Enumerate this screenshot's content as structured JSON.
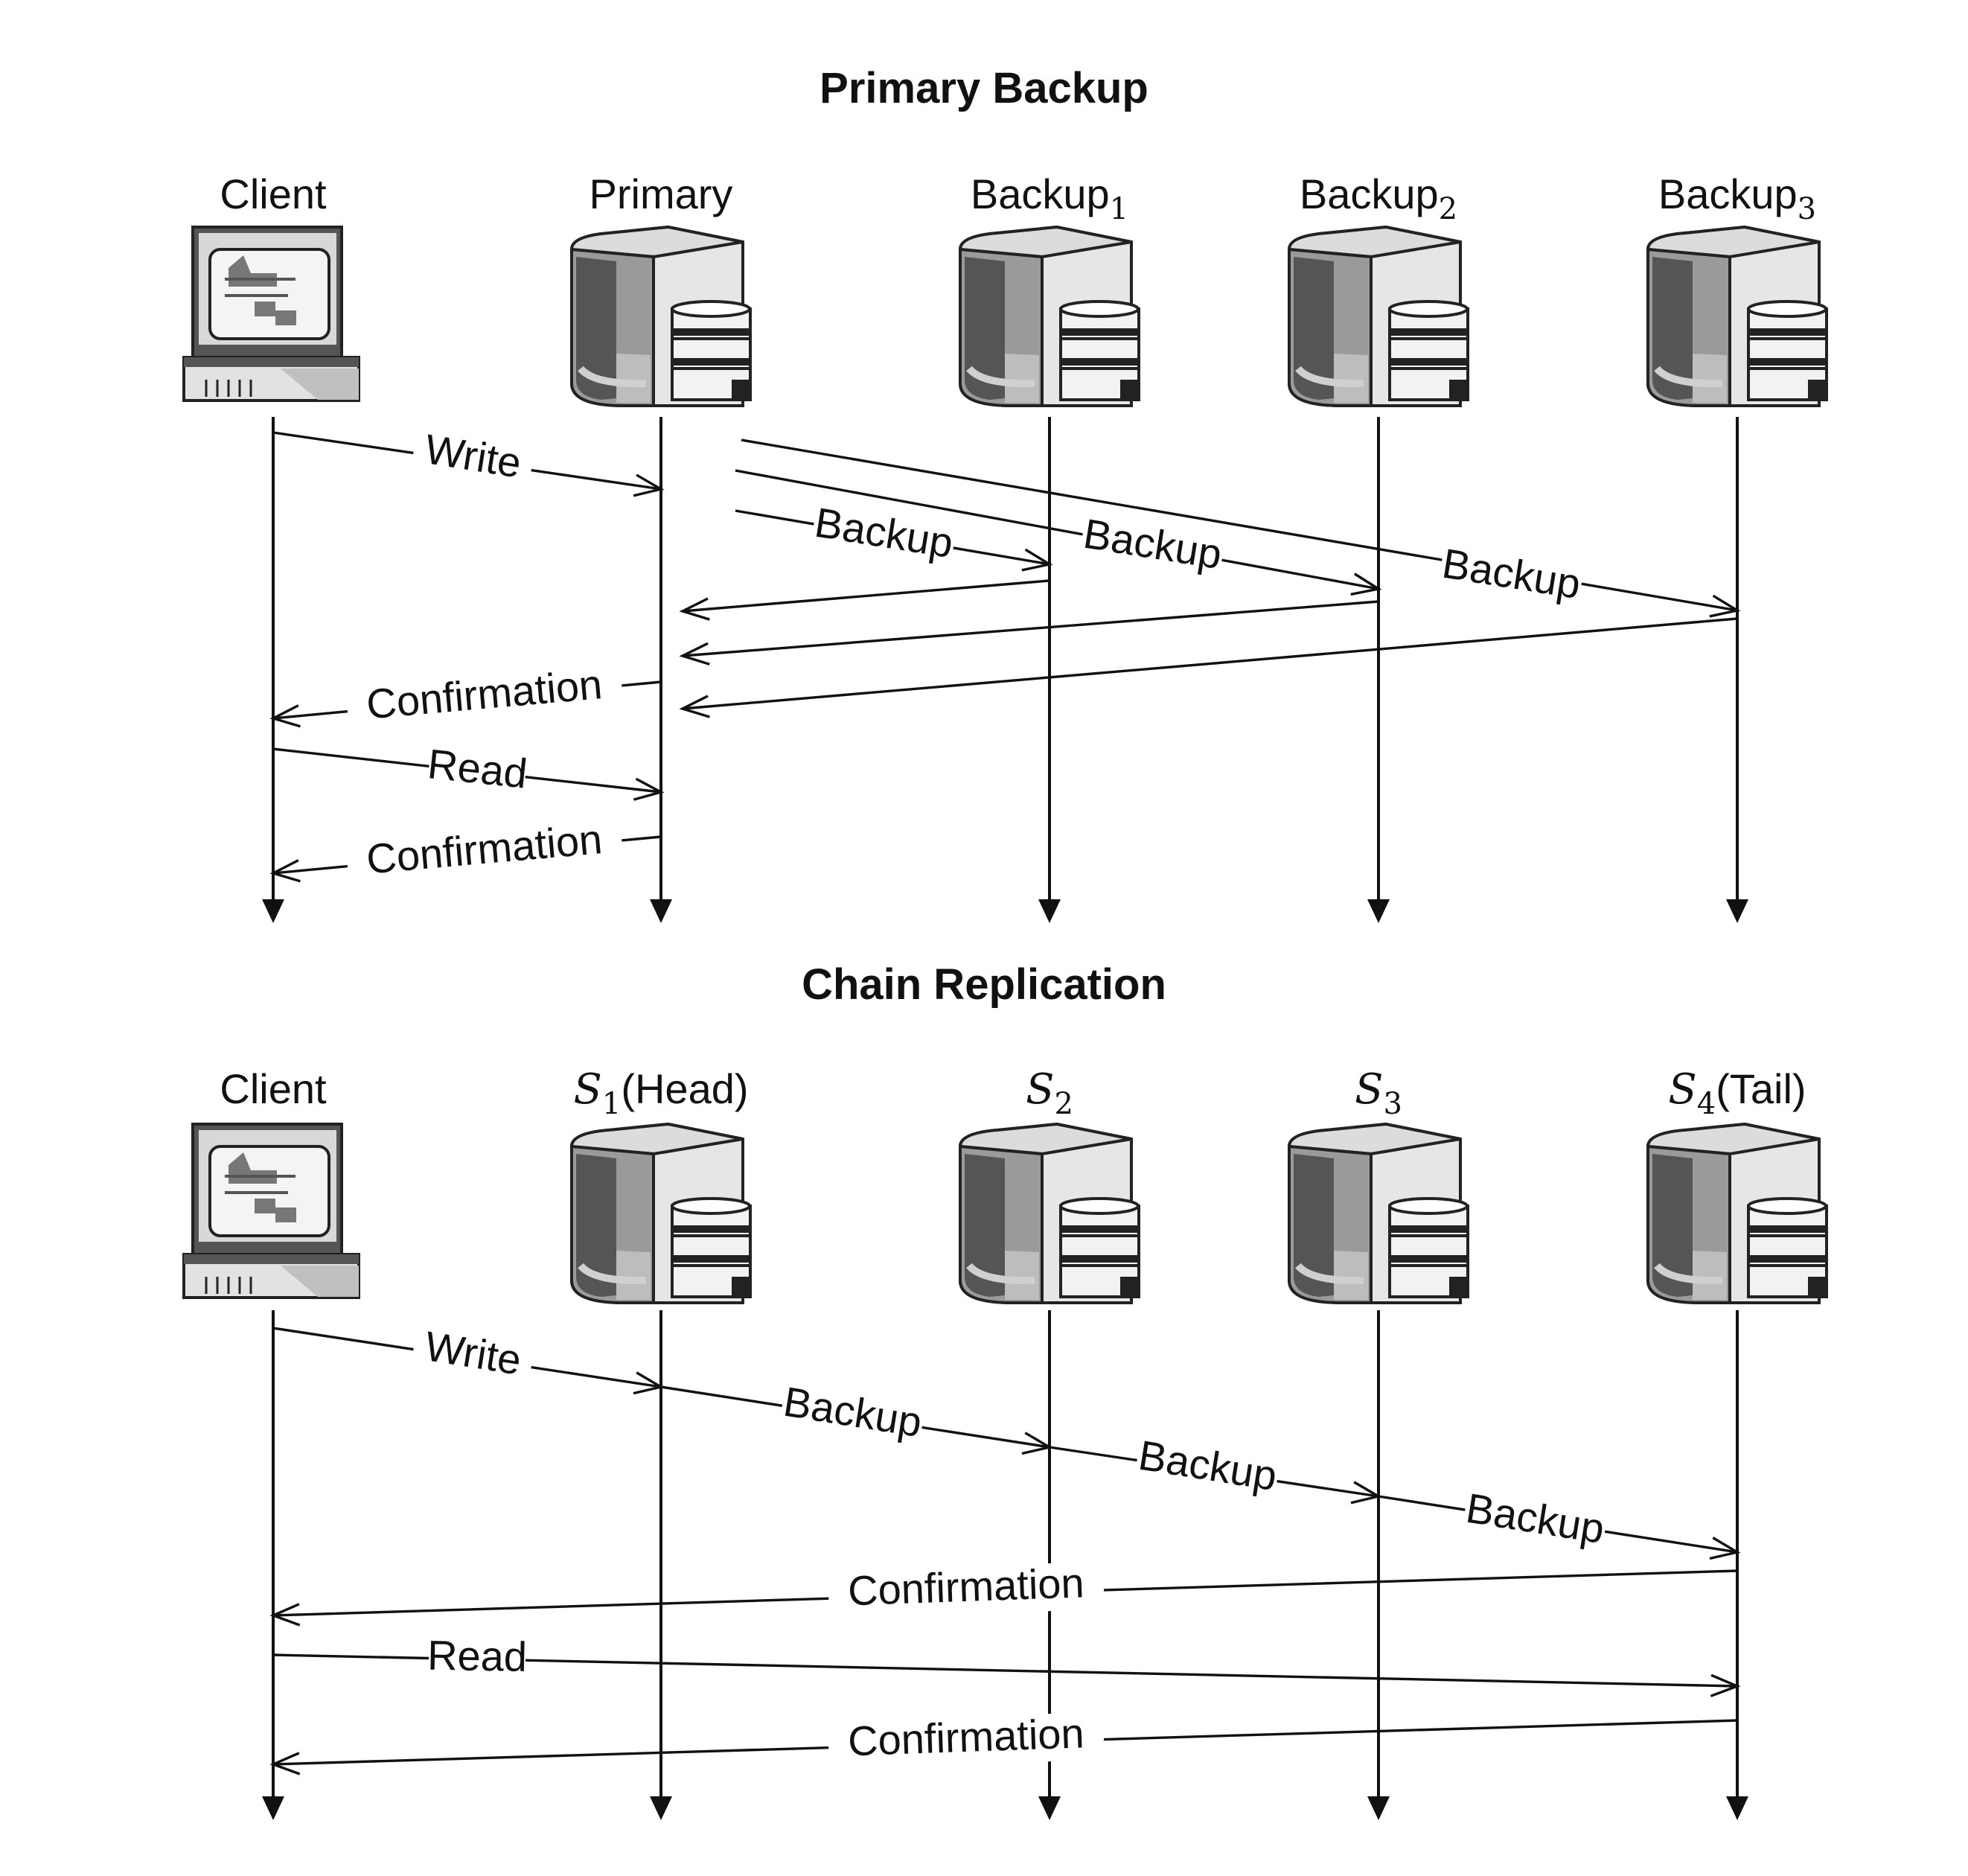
{
  "panels": [
    {
      "id": "primary-backup",
      "title": "Primary Backup",
      "nodes": [
        {
          "kind": "client",
          "parts": [
            {
              "t": "Client",
              "s": "plain"
            }
          ]
        },
        {
          "kind": "server",
          "parts": [
            {
              "t": "Primary",
              "s": "plain"
            }
          ]
        },
        {
          "kind": "server",
          "parts": [
            {
              "t": "Backup",
              "s": "plain"
            },
            {
              "t": "1",
              "s": "sub"
            }
          ]
        },
        {
          "kind": "server",
          "parts": [
            {
              "t": "Backup",
              "s": "plain"
            },
            {
              "t": "2",
              "s": "sub"
            }
          ]
        },
        {
          "kind": "server",
          "parts": [
            {
              "t": "Backup",
              "s": "plain"
            },
            {
              "t": "3",
              "s": "sub"
            }
          ]
        }
      ],
      "messages": [
        {
          "from": 0,
          "to": 1,
          "label": "Write"
        },
        {
          "from": 1,
          "to": 2,
          "label": "Backup"
        },
        {
          "from": 1,
          "to": 3,
          "label": "Backup"
        },
        {
          "from": 1,
          "to": 4,
          "label": "Backup"
        },
        {
          "from": 2,
          "to": 1,
          "label": ""
        },
        {
          "from": 3,
          "to": 1,
          "label": ""
        },
        {
          "from": 4,
          "to": 1,
          "label": ""
        },
        {
          "from": 1,
          "to": 0,
          "label": "Confirmation"
        },
        {
          "from": 0,
          "to": 1,
          "label": "Read"
        },
        {
          "from": 1,
          "to": 0,
          "label": "Confirmation"
        }
      ]
    },
    {
      "id": "chain-replication",
      "title": "Chain Replication",
      "nodes": [
        {
          "kind": "client",
          "parts": [
            {
              "t": "Client",
              "s": "plain"
            }
          ]
        },
        {
          "kind": "server",
          "parts": [
            {
              "t": "S",
              "s": "math"
            },
            {
              "t": "1",
              "s": "sub"
            },
            {
              "t": "(Head)",
              "s": "plain"
            }
          ]
        },
        {
          "kind": "server",
          "parts": [
            {
              "t": "S",
              "s": "math"
            },
            {
              "t": "2",
              "s": "sub"
            }
          ]
        },
        {
          "kind": "server",
          "parts": [
            {
              "t": "S",
              "s": "math"
            },
            {
              "t": "3",
              "s": "sub"
            }
          ]
        },
        {
          "kind": "server",
          "parts": [
            {
              "t": "S",
              "s": "math"
            },
            {
              "t": "4",
              "s": "sub"
            },
            {
              "t": "(Tail)",
              "s": "plain"
            }
          ]
        }
      ],
      "messages": [
        {
          "from": 0,
          "to": 1,
          "label": "Write"
        },
        {
          "from": 1,
          "to": 2,
          "label": "Backup"
        },
        {
          "from": 2,
          "to": 3,
          "label": "Backup"
        },
        {
          "from": 3,
          "to": 4,
          "label": "Backup"
        },
        {
          "from": 4,
          "to": 0,
          "label": "Confirmation"
        },
        {
          "from": 0,
          "to": 4,
          "label": "Read"
        },
        {
          "from": 4,
          "to": 0,
          "label": "Confirmation"
        }
      ]
    }
  ],
  "colors": {
    "ink": "#111111",
    "background": "#ffffff",
    "icon_dark": "#555555",
    "icon_mid": "#9a9a9a",
    "icon_light": "#e6e6e6"
  },
  "icons": {
    "client": "desktop-computer-icon",
    "server": "database-server-icon"
  }
}
